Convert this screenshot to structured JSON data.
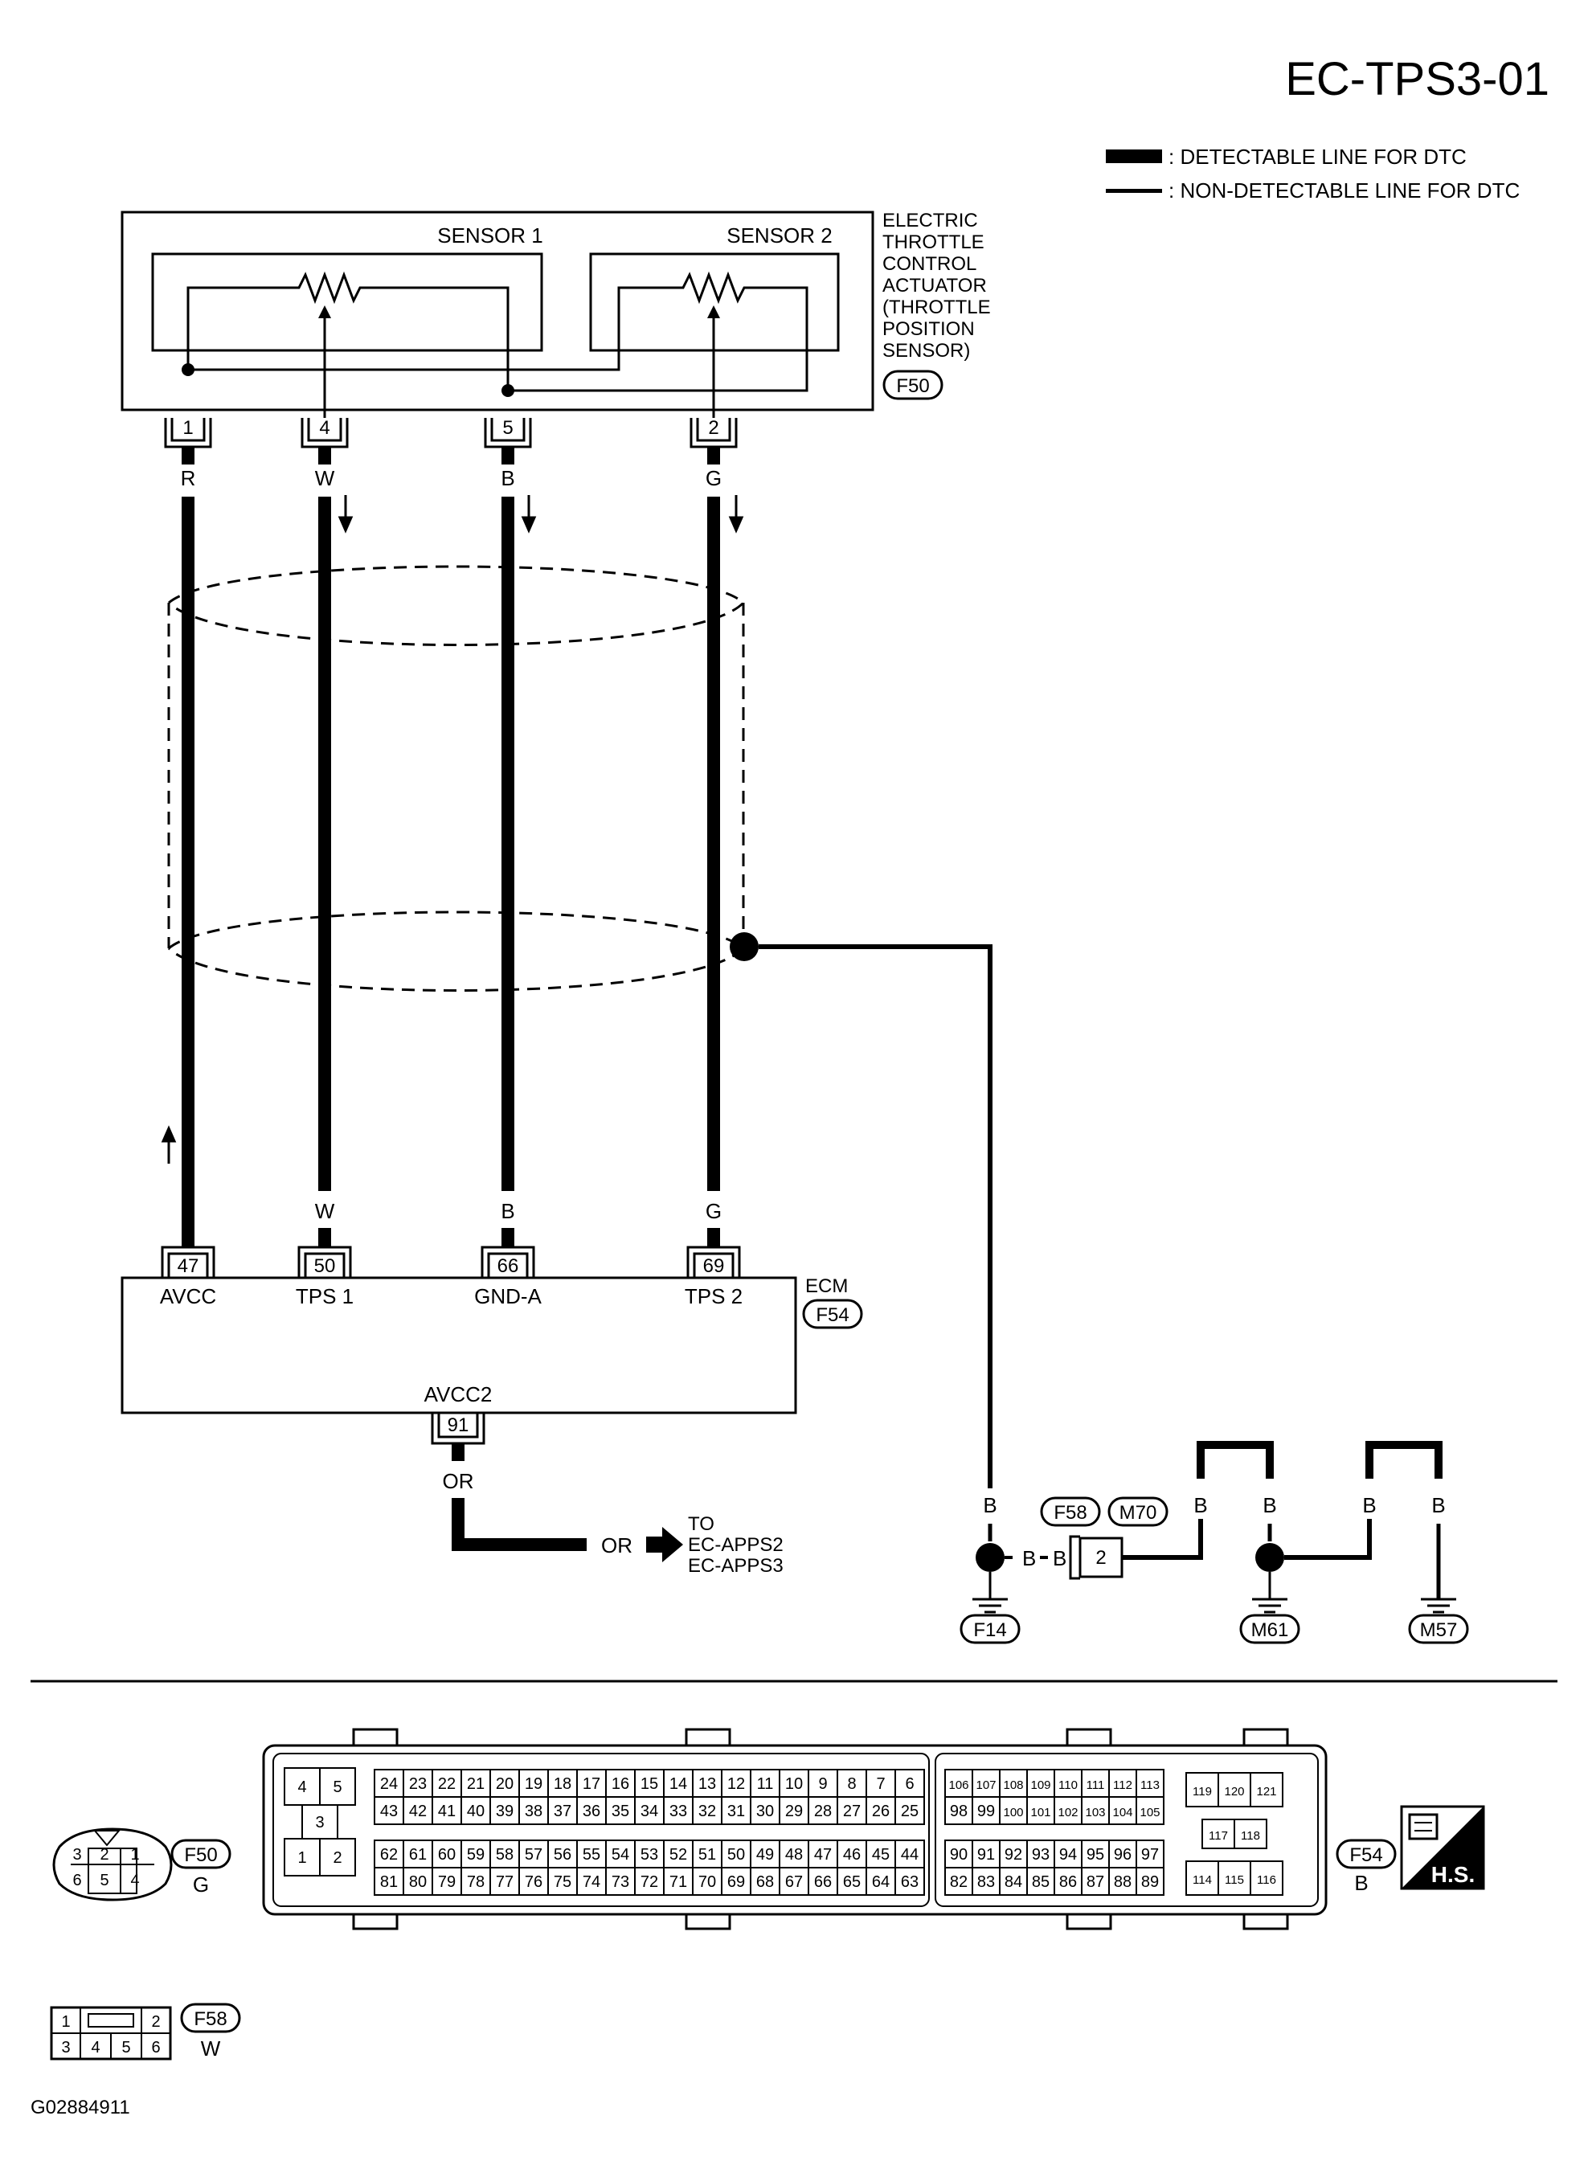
{
  "title": "EC-TPS3-01",
  "legend": {
    "detectable": ": DETECTABLE LINE FOR DTC",
    "non_detectable": ": NON-DETECTABLE LINE FOR DTC"
  },
  "actuator": {
    "label_lines": [
      "ELECTRIC",
      "THROTTLE",
      "CONTROL",
      "ACTUATOR",
      "(THROTTLE",
      "POSITION",
      "SENSOR)"
    ],
    "connector": "F50",
    "sensor1": "SENSOR 1",
    "sensor2": "SENSOR 2",
    "pins": [
      "1",
      "4",
      "5",
      "2"
    ],
    "wire_colors": [
      "R",
      "W",
      "B",
      "G"
    ]
  },
  "ecm": {
    "label": "ECM",
    "connector": "F54",
    "pins": [
      "47",
      "50",
      "66",
      "69"
    ],
    "wire_colors": [
      "W",
      "B",
      "G"
    ],
    "terminals": [
      "AVCC",
      "TPS 1",
      "GND-A",
      "TPS 2"
    ],
    "avcc2": "AVCC2",
    "avcc2_pin": "91",
    "avcc2_color": "OR"
  },
  "to_ref": {
    "color": "OR",
    "lines": [
      "TO",
      "EC-APPS2",
      "EC-APPS3"
    ]
  },
  "ground": {
    "wire_color": "B",
    "ground_f14": "F14",
    "conn_f58": "F58",
    "conn_m70": "M70",
    "pin": "2",
    "ground_m61": "M61",
    "ground_m57": "M57"
  },
  "f50_face": {
    "top": [
      "3",
      "2",
      "1"
    ],
    "bottom": [
      "6",
      "5",
      "4"
    ],
    "label": "F50",
    "color": "G"
  },
  "f54_face": {
    "left_block": [
      "4",
      "5",
      "3",
      "1",
      "2"
    ],
    "row1": [
      "24",
      "23",
      "22",
      "21",
      "20",
      "19",
      "18",
      "17",
      "16",
      "15",
      "14",
      "13",
      "12",
      "11",
      "10",
      "9",
      "8",
      "7",
      "6"
    ],
    "row2": [
      "43",
      "42",
      "41",
      "40",
      "39",
      "38",
      "37",
      "36",
      "35",
      "34",
      "33",
      "32",
      "31",
      "30",
      "29",
      "28",
      "27",
      "26",
      "25"
    ],
    "row3": [
      "62",
      "61",
      "60",
      "59",
      "58",
      "57",
      "56",
      "55",
      "54",
      "53",
      "52",
      "51",
      "50",
      "49",
      "48",
      "47",
      "46",
      "45",
      "44"
    ],
    "row4": [
      "81",
      "80",
      "79",
      "78",
      "77",
      "76",
      "75",
      "74",
      "73",
      "72",
      "71",
      "70",
      "69",
      "68",
      "67",
      "66",
      "65",
      "64",
      "63"
    ],
    "mid_row1": [
      "106",
      "107",
      "108",
      "109",
      "110",
      "111",
      "112",
      "113"
    ],
    "mid_row2": [
      "98",
      "99",
      "100",
      "101",
      "102",
      "103",
      "104",
      "105"
    ],
    "mid_row3": [
      "90",
      "91",
      "92",
      "93",
      "94",
      "95",
      "96",
      "97"
    ],
    "mid_row4": [
      "82",
      "83",
      "84",
      "85",
      "86",
      "87",
      "88",
      "89"
    ],
    "right_top": [
      "119",
      "120",
      "121"
    ],
    "right_mid": [
      "117",
      "118"
    ],
    "right_bot": [
      "114",
      "115",
      "116"
    ],
    "label": "F54",
    "color": "B",
    "hs": "H.S."
  },
  "f58_face": {
    "top": [
      "1",
      "2"
    ],
    "bottom": [
      "3",
      "4",
      "5",
      "6"
    ],
    "label": "F58",
    "color": "W"
  },
  "figure_id": "G02884911"
}
